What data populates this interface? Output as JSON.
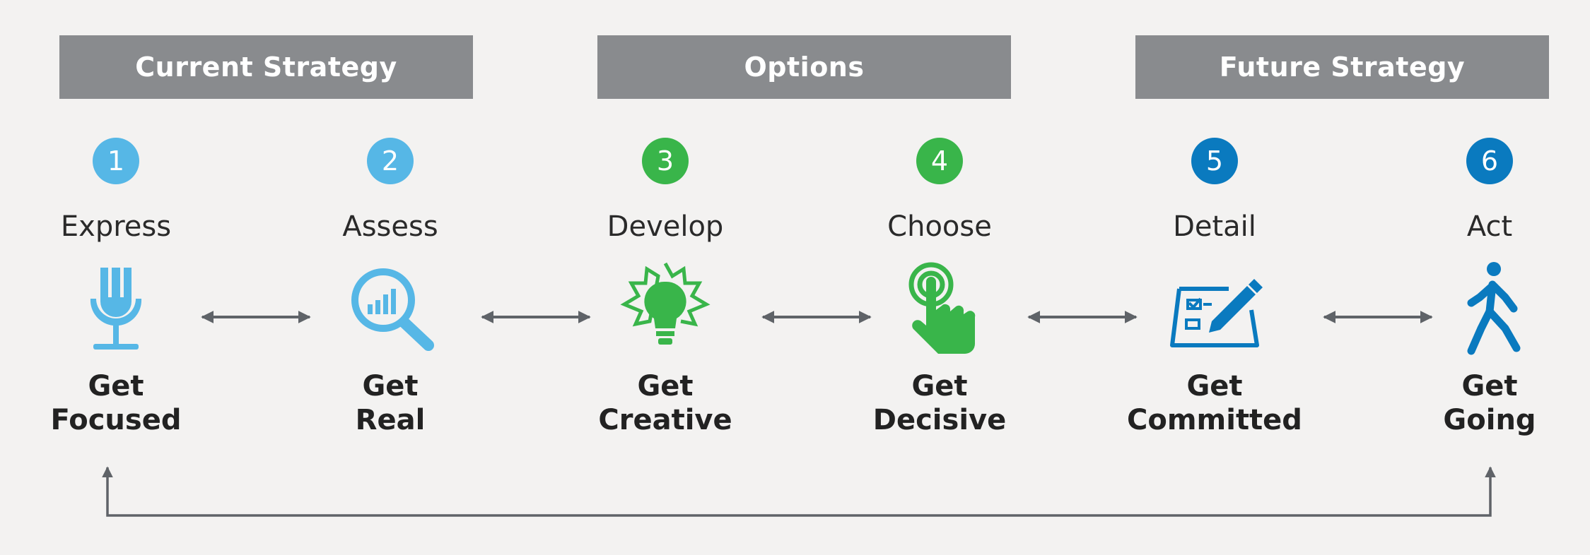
{
  "phases": [
    {
      "label": "Current  Strategy"
    },
    {
      "label": "Options"
    },
    {
      "label": "Future Strategy"
    }
  ],
  "steps": [
    {
      "number": "1",
      "verb": "Express",
      "outcome_line1": "Get",
      "outcome_line2": "Focused",
      "icon": "microphone-icon",
      "color": "#56b7e6"
    },
    {
      "number": "2",
      "verb": "Assess",
      "outcome_line1": "Get",
      "outcome_line2": "Real",
      "icon": "magnifier-chart-icon",
      "color": "#56b7e6"
    },
    {
      "number": "3",
      "verb": "Develop",
      "outcome_line1": "Get",
      "outcome_line2": "Creative",
      "icon": "lightbulb-icon",
      "color": "#39b54a"
    },
    {
      "number": "4",
      "verb": "Choose",
      "outcome_line1": "Get",
      "outcome_line2": "Decisive",
      "icon": "tap-finger-icon",
      "color": "#39b54a"
    },
    {
      "number": "5",
      "verb": "Detail",
      "outcome_line1": "Get",
      "outcome_line2": "Committed",
      "icon": "checklist-pen-icon",
      "color": "#0a7abf"
    },
    {
      "number": "6",
      "verb": "Act",
      "outcome_line1": "Get",
      "outcome_line2": "Going",
      "icon": "walking-person-icon",
      "color": "#0a7abf"
    }
  ],
  "colors": {
    "phase_bar": "#898b8e",
    "arrow": "#5f6368",
    "light_blue": "#56b7e6",
    "green": "#39b54a",
    "dark_blue": "#0a7abf"
  }
}
